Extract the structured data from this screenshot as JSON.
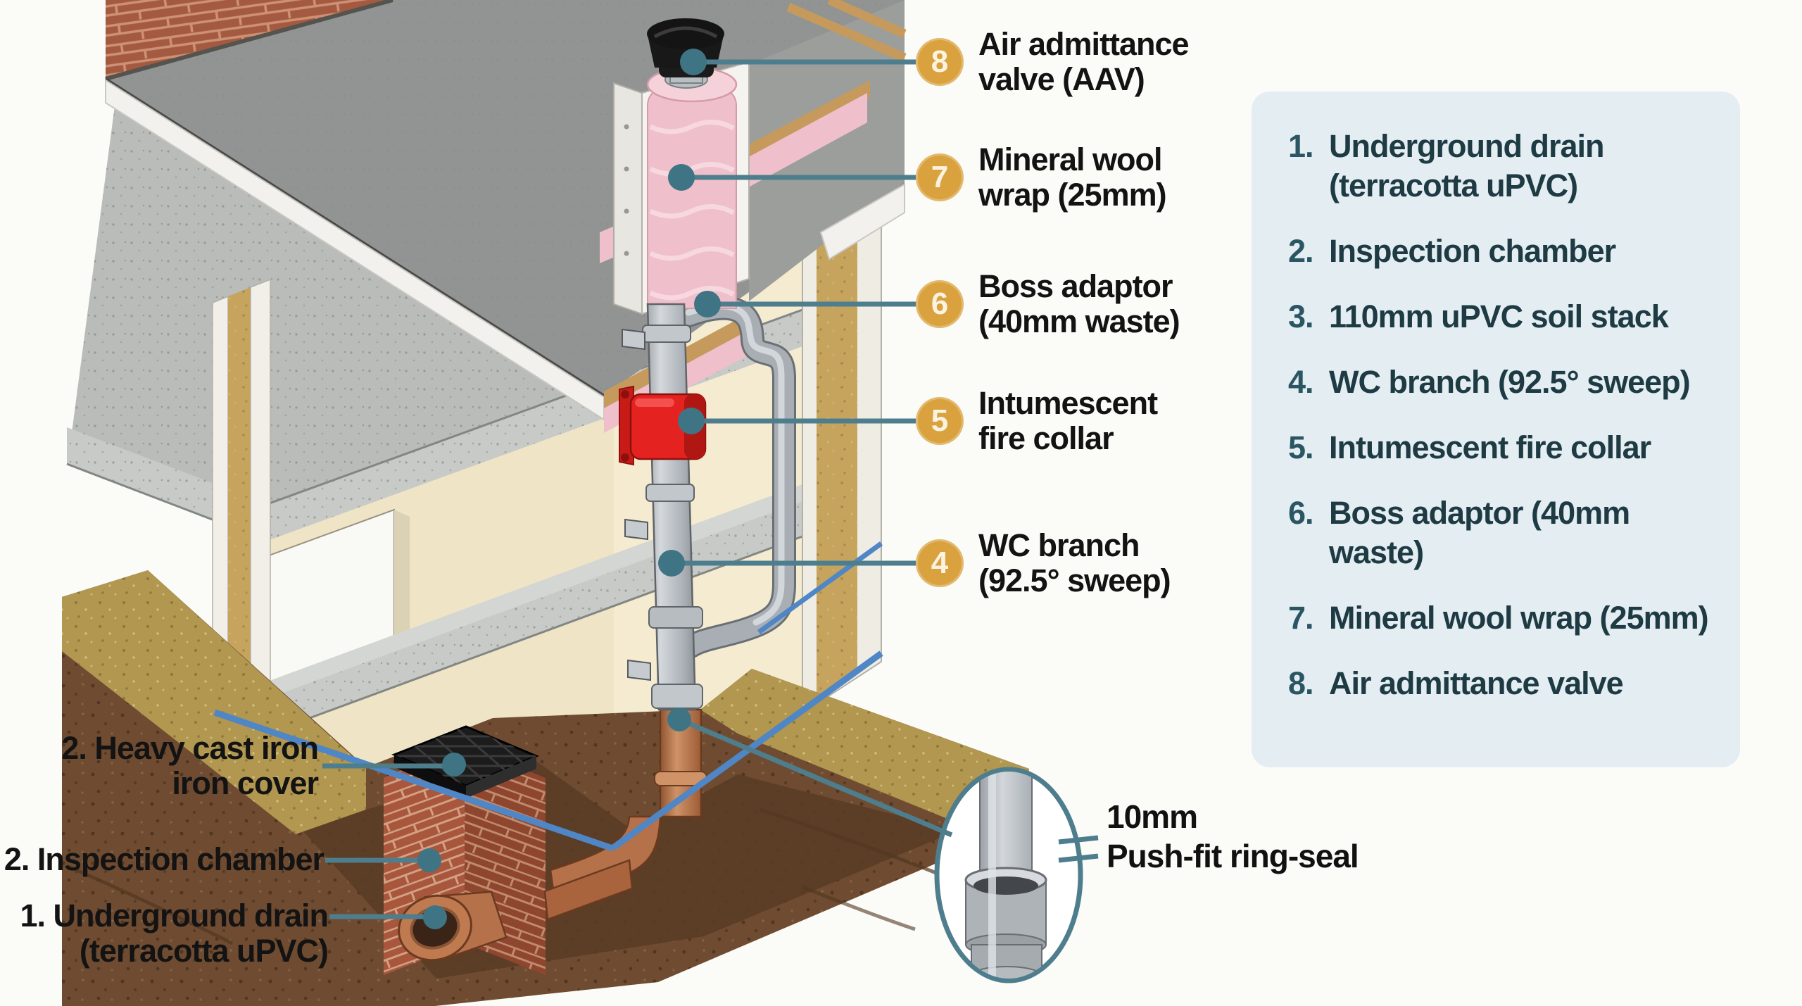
{
  "callouts": [
    {
      "num": "8",
      "line1": "Air admittance",
      "line2": "valve (AAV)"
    },
    {
      "num": "7",
      "line1": "Mineral wool",
      "line2": "wrap (25mm)"
    },
    {
      "num": "6",
      "line1": "Boss adaptor",
      "line2": "(40mm waste)"
    },
    {
      "num": "5",
      "line1": "Intumescent",
      "line2": "fire collar"
    },
    {
      "num": "4",
      "line1": "WC branch",
      "line2": "(92.5° sweep)"
    }
  ],
  "ground_labels": [
    {
      "line1": "2. Heavy cast iron",
      "line2": "iron cover"
    },
    {
      "line1": "2. Inspection chamber"
    },
    {
      "line1": "1. Underground drain",
      "line2": "(terracotta uPVC)"
    }
  ],
  "legend": {
    "items": [
      {
        "num": "1.",
        "text": "Underground drain",
        "text2": "(terracotta uPVC)"
      },
      {
        "num": "2.",
        "text": "Inspection chamber"
      },
      {
        "num": "3.",
        "text": "110mm uPVC soil stack"
      },
      {
        "num": "4.",
        "text": "WC branch (92.5° sweep)"
      },
      {
        "num": "5.",
        "text": "Intumescent fire collar"
      },
      {
        "num": "6.",
        "text": "Boss adaptor (40mm waste)"
      },
      {
        "num": "7.",
        "text": "Mineral wool wrap (25mm)"
      },
      {
        "num": "8.",
        "text": "Air admittance valve"
      }
    ]
  },
  "inset": {
    "label_line1": "10mm",
    "label_line2": "Push-fit ring-seal"
  },
  "colors": {
    "leader_teal": "#4E7E8D",
    "badge_orange": "#D9A23E",
    "legend_bg": "#E3EDF2",
    "legend_text": "#1E3B44",
    "fire_collar_red": "#E42320",
    "dpc_blue": "#4F86C6",
    "terracotta": "#B5714A",
    "mineral_wool_pink": "#EFC0CB"
  }
}
